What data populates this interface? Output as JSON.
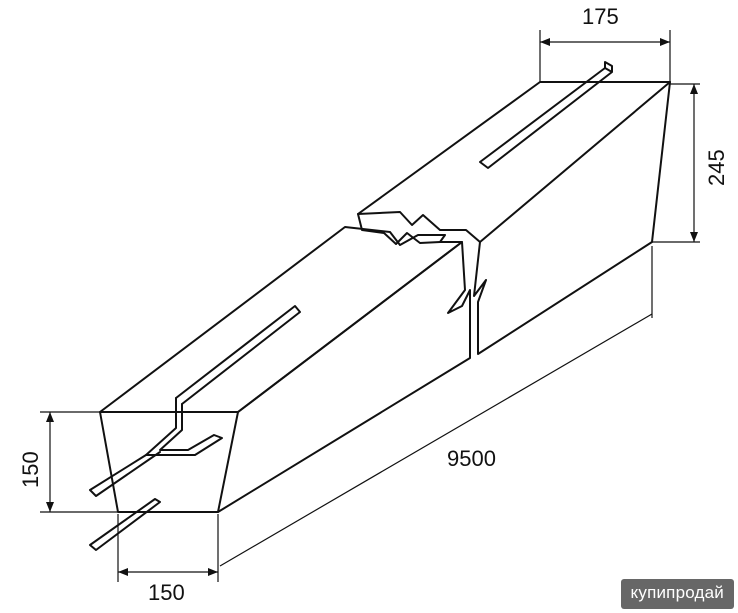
{
  "dimensions": {
    "top_width": "175",
    "end_height": "245",
    "length": "9500",
    "bottom_height": "150",
    "bottom_width": "150"
  },
  "watermark": {
    "text": "купипродай"
  },
  "colors": {
    "ink": "#111111",
    "paper": "#ffffff",
    "watermark_bg": "#464646"
  }
}
